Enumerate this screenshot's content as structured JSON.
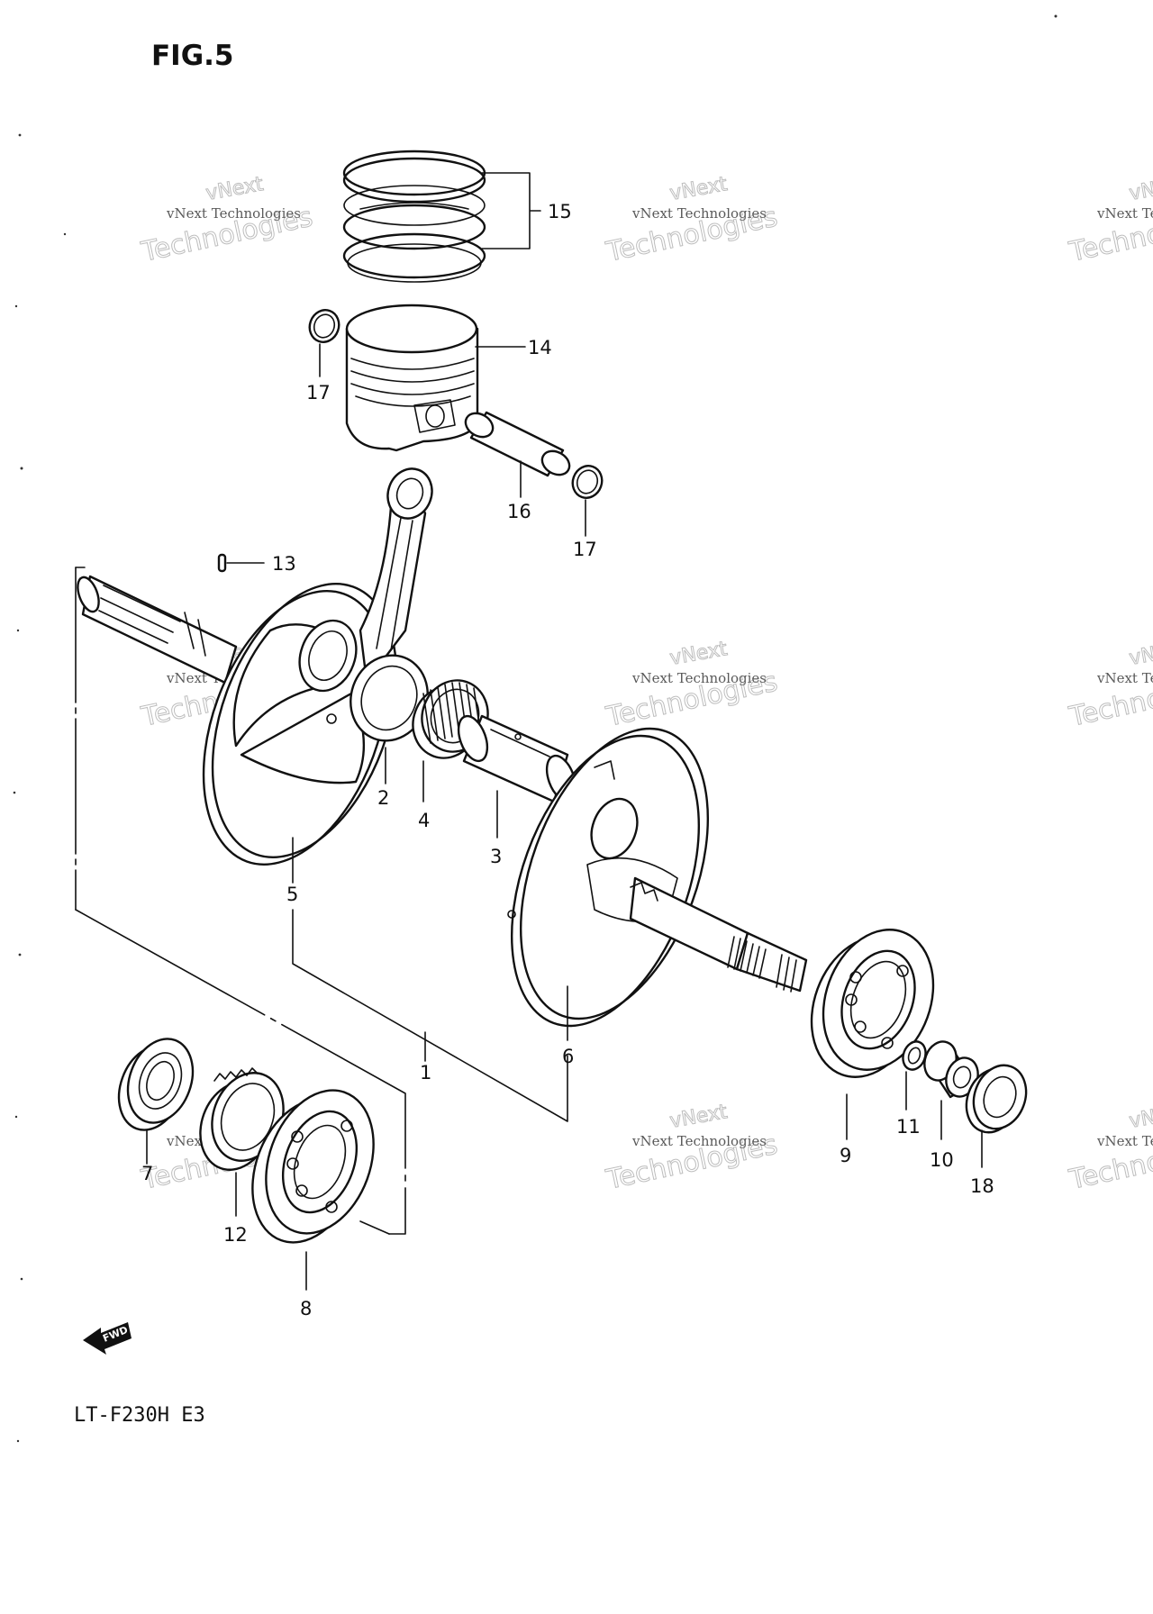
{
  "figure": {
    "title": "FIG.5"
  },
  "model": {
    "label": "LT-F230H E3"
  },
  "fwd": {
    "label": "FWD"
  },
  "watermark": {
    "line1": "vNext Technologies",
    "line2": "vNext",
    "line3": "Technologies"
  },
  "callouts": [
    {
      "id": "c1",
      "num": "1"
    },
    {
      "id": "c2",
      "num": "2"
    },
    {
      "id": "c3",
      "num": "3"
    },
    {
      "id": "c4",
      "num": "4"
    },
    {
      "id": "c5",
      "num": "5"
    },
    {
      "id": "c6",
      "num": "6"
    },
    {
      "id": "c7",
      "num": "7"
    },
    {
      "id": "c8",
      "num": "8"
    },
    {
      "id": "c9",
      "num": "9"
    },
    {
      "id": "c10",
      "num": "10"
    },
    {
      "id": "c11",
      "num": "11"
    },
    {
      "id": "c12",
      "num": "12"
    },
    {
      "id": "c13",
      "num": "13"
    },
    {
      "id": "c14",
      "num": "14"
    },
    {
      "id": "c15",
      "num": "15"
    },
    {
      "id": "c16",
      "num": "16"
    },
    {
      "id": "c17a",
      "num": "17"
    },
    {
      "id": "c17b",
      "num": "17"
    },
    {
      "id": "c18",
      "num": "18"
    }
  ]
}
